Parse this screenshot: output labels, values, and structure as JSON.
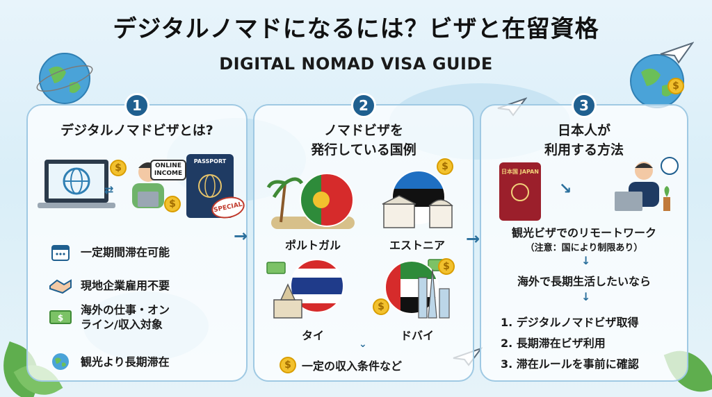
{
  "header": {
    "title": "デジタルノマドになるには？ビザと在留資格",
    "subtitle": "DIGITAL NOMAD VISA GUIDE"
  },
  "panel1": {
    "number": "1",
    "title": "デジタルノマドビザとは?",
    "laptop_badge": "ONLINE INCOME",
    "passport_label": "PASSPORT",
    "stamp_label": "SPECIAL",
    "features": [
      {
        "icon": "calendar-icon",
        "text": "一定期間滞在可能"
      },
      {
        "icon": "handshake-icon",
        "text": "現地企業雇用不要"
      },
      {
        "icon": "money-icon",
        "text_line1": "海外の仕事・オン",
        "text_line2": "ライン/収入対象"
      },
      {
        "icon": "globe-icon",
        "text": "観光より長期滞在"
      }
    ]
  },
  "panel2": {
    "number": "2",
    "title_line1": "ノマドビザを",
    "title_line2": "発行している国例",
    "countries": [
      "ポルトガル",
      "エストニア",
      "タイ",
      "ドバイ"
    ],
    "footer": "一定の収入条件など"
  },
  "panel3": {
    "number": "3",
    "title_line1": "日本人が",
    "title_line2": "利用する方法",
    "passport_label": "日本国 JAPAN",
    "step1": "観光ビザでのリモートワーク",
    "step1_note": "（注意：国により制限あり）",
    "step2": "海外で長期生活したいなら",
    "list": [
      "1. デジタルノマドビザ取得",
      "2. 長期滞在ビザ利用",
      "3. 滞在ルールを事前に確認"
    ]
  },
  "colors": {
    "accent": "#1f5f8f",
    "panel_border": "#9fc9e3",
    "coin": "#f2c12e"
  }
}
